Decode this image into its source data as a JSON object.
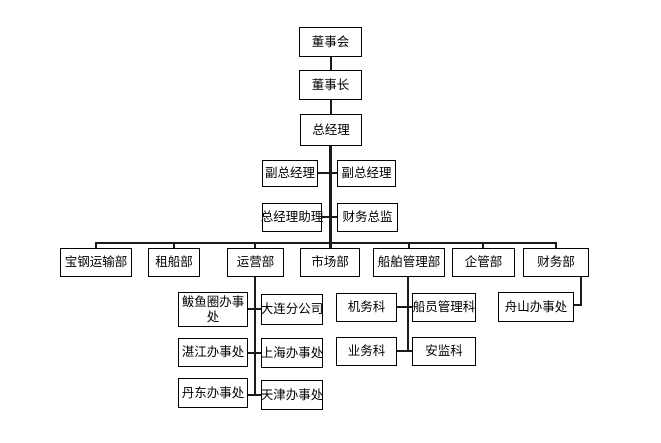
{
  "colors": {
    "background": "#ffffff",
    "line": "#1a1a1a",
    "box_border": "#000000",
    "text": "#000000"
  },
  "org_chart": {
    "type": "org-chart",
    "top_chain": [
      {
        "label": "董事会"
      },
      {
        "label": "董事长"
      },
      {
        "label": "总经理"
      }
    ],
    "staff_rows": [
      {
        "left": "副总经理",
        "right": "副总经理"
      },
      {
        "left": "总经理助理",
        "right": "财务总监"
      }
    ],
    "departments": [
      {
        "label": "宝钢运输部"
      },
      {
        "label": "租船部"
      },
      {
        "label": "运营部"
      },
      {
        "label": "市场部"
      },
      {
        "label": "船舶管理部"
      },
      {
        "label": "企管部"
      },
      {
        "label": "财务部"
      }
    ],
    "operations_rows": [
      {
        "left": "鲅鱼圈办事处",
        "right": "大连分公司"
      },
      {
        "left": "湛江办事处",
        "right": "上海办事处"
      },
      {
        "left": "丹东办事处",
        "right": "天津办事处"
      }
    ],
    "ship_mgmt_rows": [
      {
        "left": "机务科",
        "right": "船员管理科"
      },
      {
        "left": "业务科",
        "right": "安监科"
      }
    ],
    "finance_offices": [
      {
        "label": "舟山办事处"
      }
    ]
  }
}
